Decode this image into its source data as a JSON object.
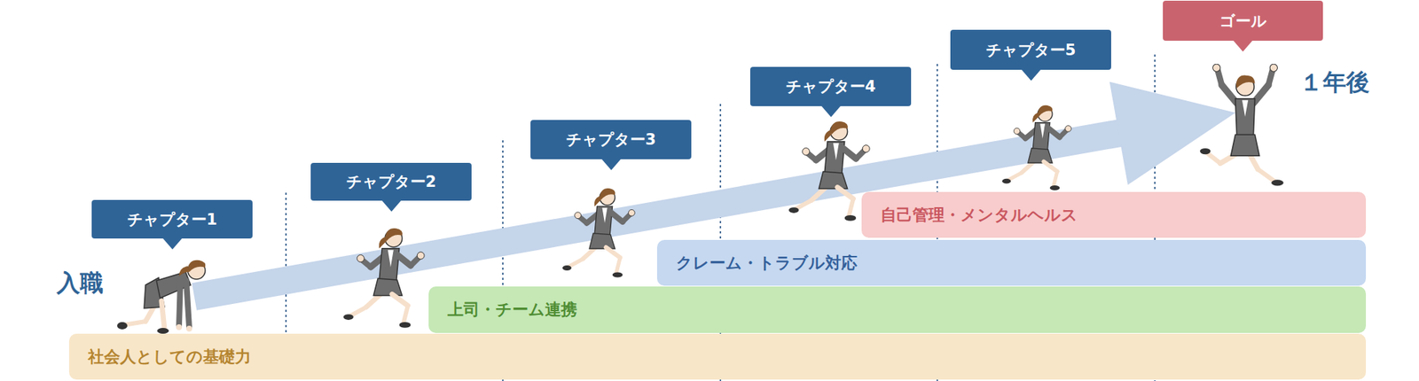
{
  "diagram": {
    "nodes": [
      {
        "text": [
          "チャプター1"
        ]
      },
      {
        "text": [
          "チャプター2"
        ]
      },
      {
        "text": [
          "チャプター3"
        ]
      },
      {
        "text": [
          "チャプター4"
        ]
      },
      {
        "text": [
          "チャプター5"
        ]
      },
      {
        "text": [
          "ゴール"
        ]
      },
      {
        "text": [
          "社会人としての基礎力"
        ]
      },
      {
        "text": [
          "上司・チーム連携"
        ]
      },
      {
        "text": [
          "クレーム・トラブル対応"
        ]
      },
      {
        "text": [
          "自己管理・メンタルヘルス"
        ]
      }
    ],
    "labels": [
      "入職",
      "１年後"
    ]
  }
}
